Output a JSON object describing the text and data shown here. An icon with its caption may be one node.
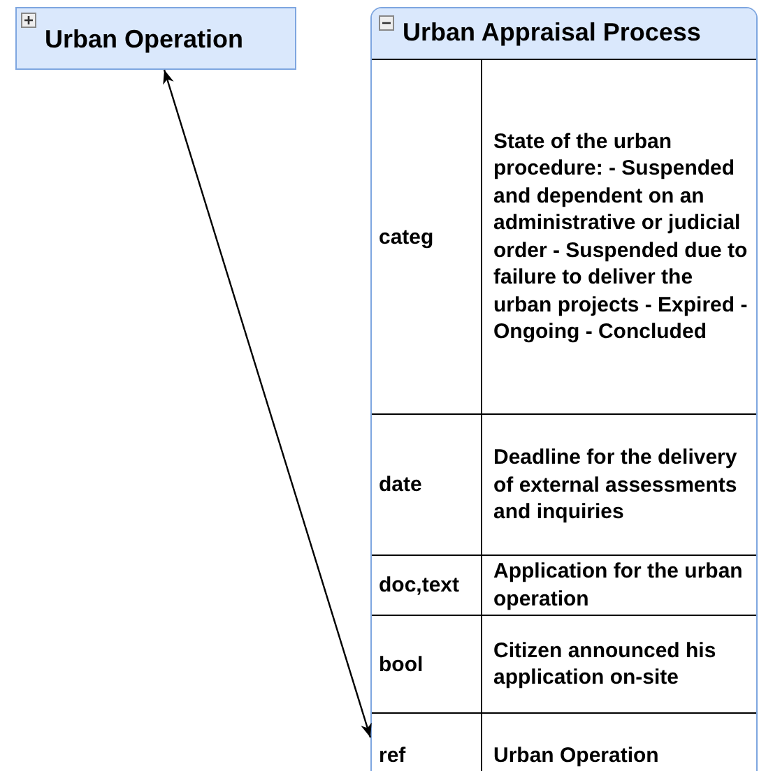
{
  "diagram": {
    "nodes": [
      {
        "text": [
          "Urban Operation"
        ]
      },
      {
        "text": [
          "Urban Appraisal Process"
        ]
      },
      {
        "text": [
          "categ",
          "State of the urban procedure: - Suspended and dependent on an administrative or judicial order - Suspended due to failure to deliver the urban projects - Expired - Ongoing - Concluded"
        ],
        "in": 1
      },
      {
        "text": [
          "date",
          "Deadline for the delivery of external assessments and inquiries"
        ],
        "in": 1
      },
      {
        "text": [
          "doc,text",
          "Application for the urban operation"
        ],
        "in": 1
      },
      {
        "text": [
          "bool",
          "Citizen announced his application on-site"
        ],
        "in": 1
      },
      {
        "text": [
          "ref",
          "Urban Operation"
        ],
        "in": 1
      }
    ],
    "edges": [
      {
        "from": 6,
        "to": 0,
        "arrow": "both"
      }
    ]
  }
}
